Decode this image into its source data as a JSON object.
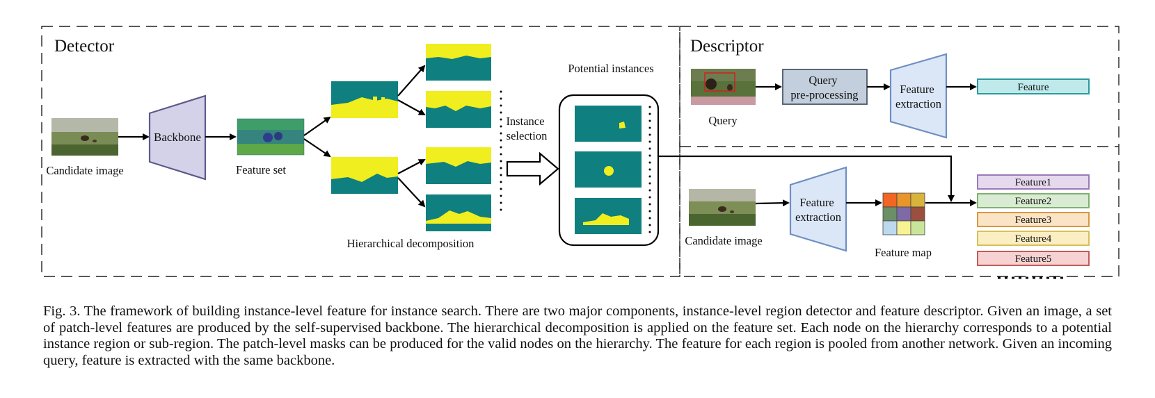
{
  "detector": {
    "title": "Detector",
    "candidate_image_label": "Candidate image",
    "backbone_label": "Backbone",
    "feature_set_label": "Feature set",
    "hierarchical_label": "Hierarchical decomposition",
    "instance_selection_line1": "Instance",
    "instance_selection_line2": "selection",
    "potential_instances_label": "Potential instances"
  },
  "descriptor": {
    "title": "Descriptor",
    "query_label": "Query",
    "preprocessing_line1": "Query",
    "preprocessing_line2": "pre-processing",
    "extraction_line1": "Feature",
    "extraction_line2": "extraction",
    "feature_label": "Feature",
    "candidate_image_label": "Candidate image",
    "feature_map_label": "Feature map",
    "features": [
      "Feature1",
      "Feature2",
      "Feature3",
      "Feature4",
      "Feature5"
    ]
  },
  "colors": {
    "teal": "#0f7f80",
    "yellow": "#f0ee1e",
    "backbone_fill": "#d4d2e8",
    "backbone_stroke": "#5c5a8a",
    "extraction_fill": "#dbe7f7",
    "extraction_stroke": "#6f8fc2",
    "preproc_fill": "#c4cfdd",
    "feature_fill": "#bfe9ea",
    "feature_stroke": "#2a9aa0",
    "feature_map_cells": [
      "#f26522",
      "#e8952a",
      "#d8b43a",
      "#6b8f66",
      "#7e6aa6",
      "#9b4f3f",
      "#bcd9ef",
      "#f7f392",
      "#c9e59a"
    ],
    "feature_list_fills": [
      "#e6d9ee",
      "#d9ebd2",
      "#fbe3c6",
      "#fbeec2",
      "#f6d2d2"
    ],
    "feature_list_strokes": [
      "#9d7ab8",
      "#80b071",
      "#d89840",
      "#d8bf5a",
      "#c35b5b"
    ]
  },
  "caption": "Fig. 3.  The framework of building instance-level feature for instance search. There are two major components, instance-level region detector and feature descriptor. Given an image, a set of patch-level features are produced by the self-supervised backbone. The hierarchical decomposition is applied on the feature set. Each node on the hierarchy corresponds to a potential instance region or sub-region. The patch-level masks can be produced for the valid nodes on the hierarchy. The feature for each region is pooled from another network. Given an incoming query, feature is extracted with the same backbone."
}
